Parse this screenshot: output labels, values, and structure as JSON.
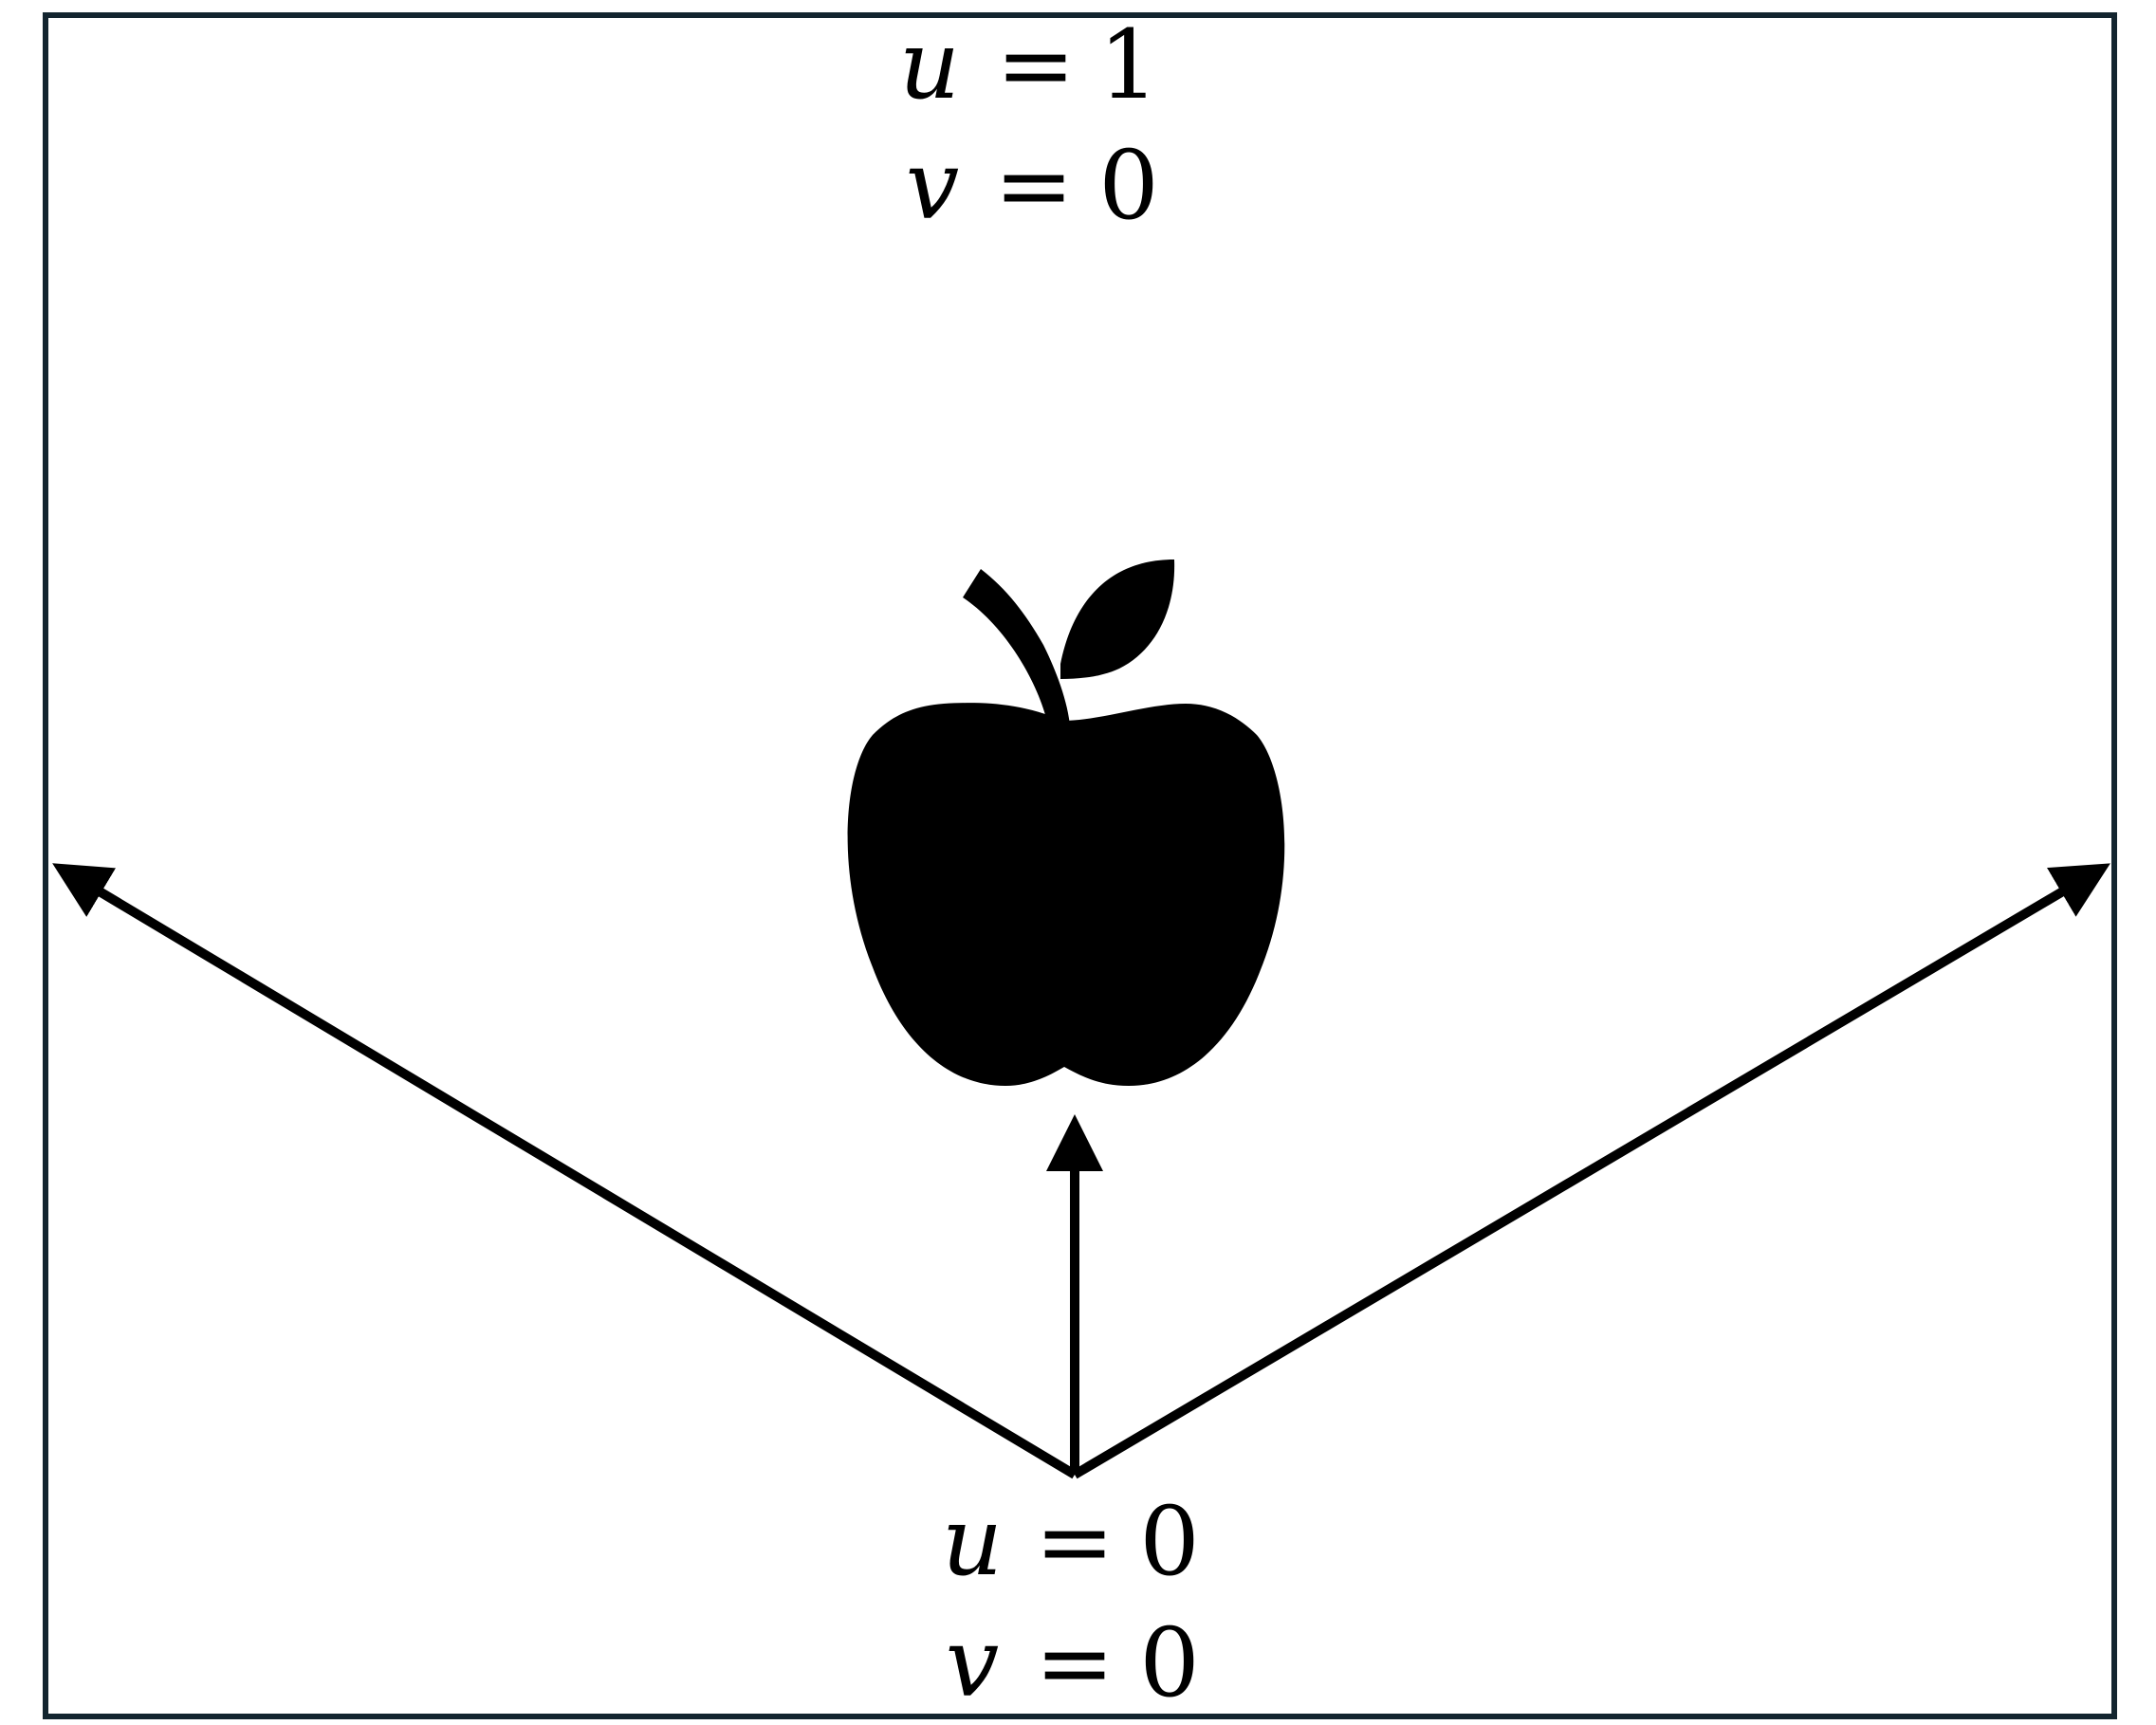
{
  "diagram": {
    "frame_color": "#13252f",
    "ink_color": "#000000",
    "top_label": {
      "line1": {
        "variable": "u",
        "equals": "=",
        "value": "1"
      },
      "line2": {
        "variable": "v",
        "equals": "=",
        "value": "0"
      }
    },
    "bottom_label": {
      "line1": {
        "variable": "u",
        "equals": "=",
        "value": "0"
      },
      "line2": {
        "variable": "v",
        "equals": "=",
        "value": "0"
      }
    },
    "icons": [
      "apple-icon"
    ],
    "arrows": [
      "left-arrow",
      "up-arrow",
      "right-arrow"
    ]
  }
}
